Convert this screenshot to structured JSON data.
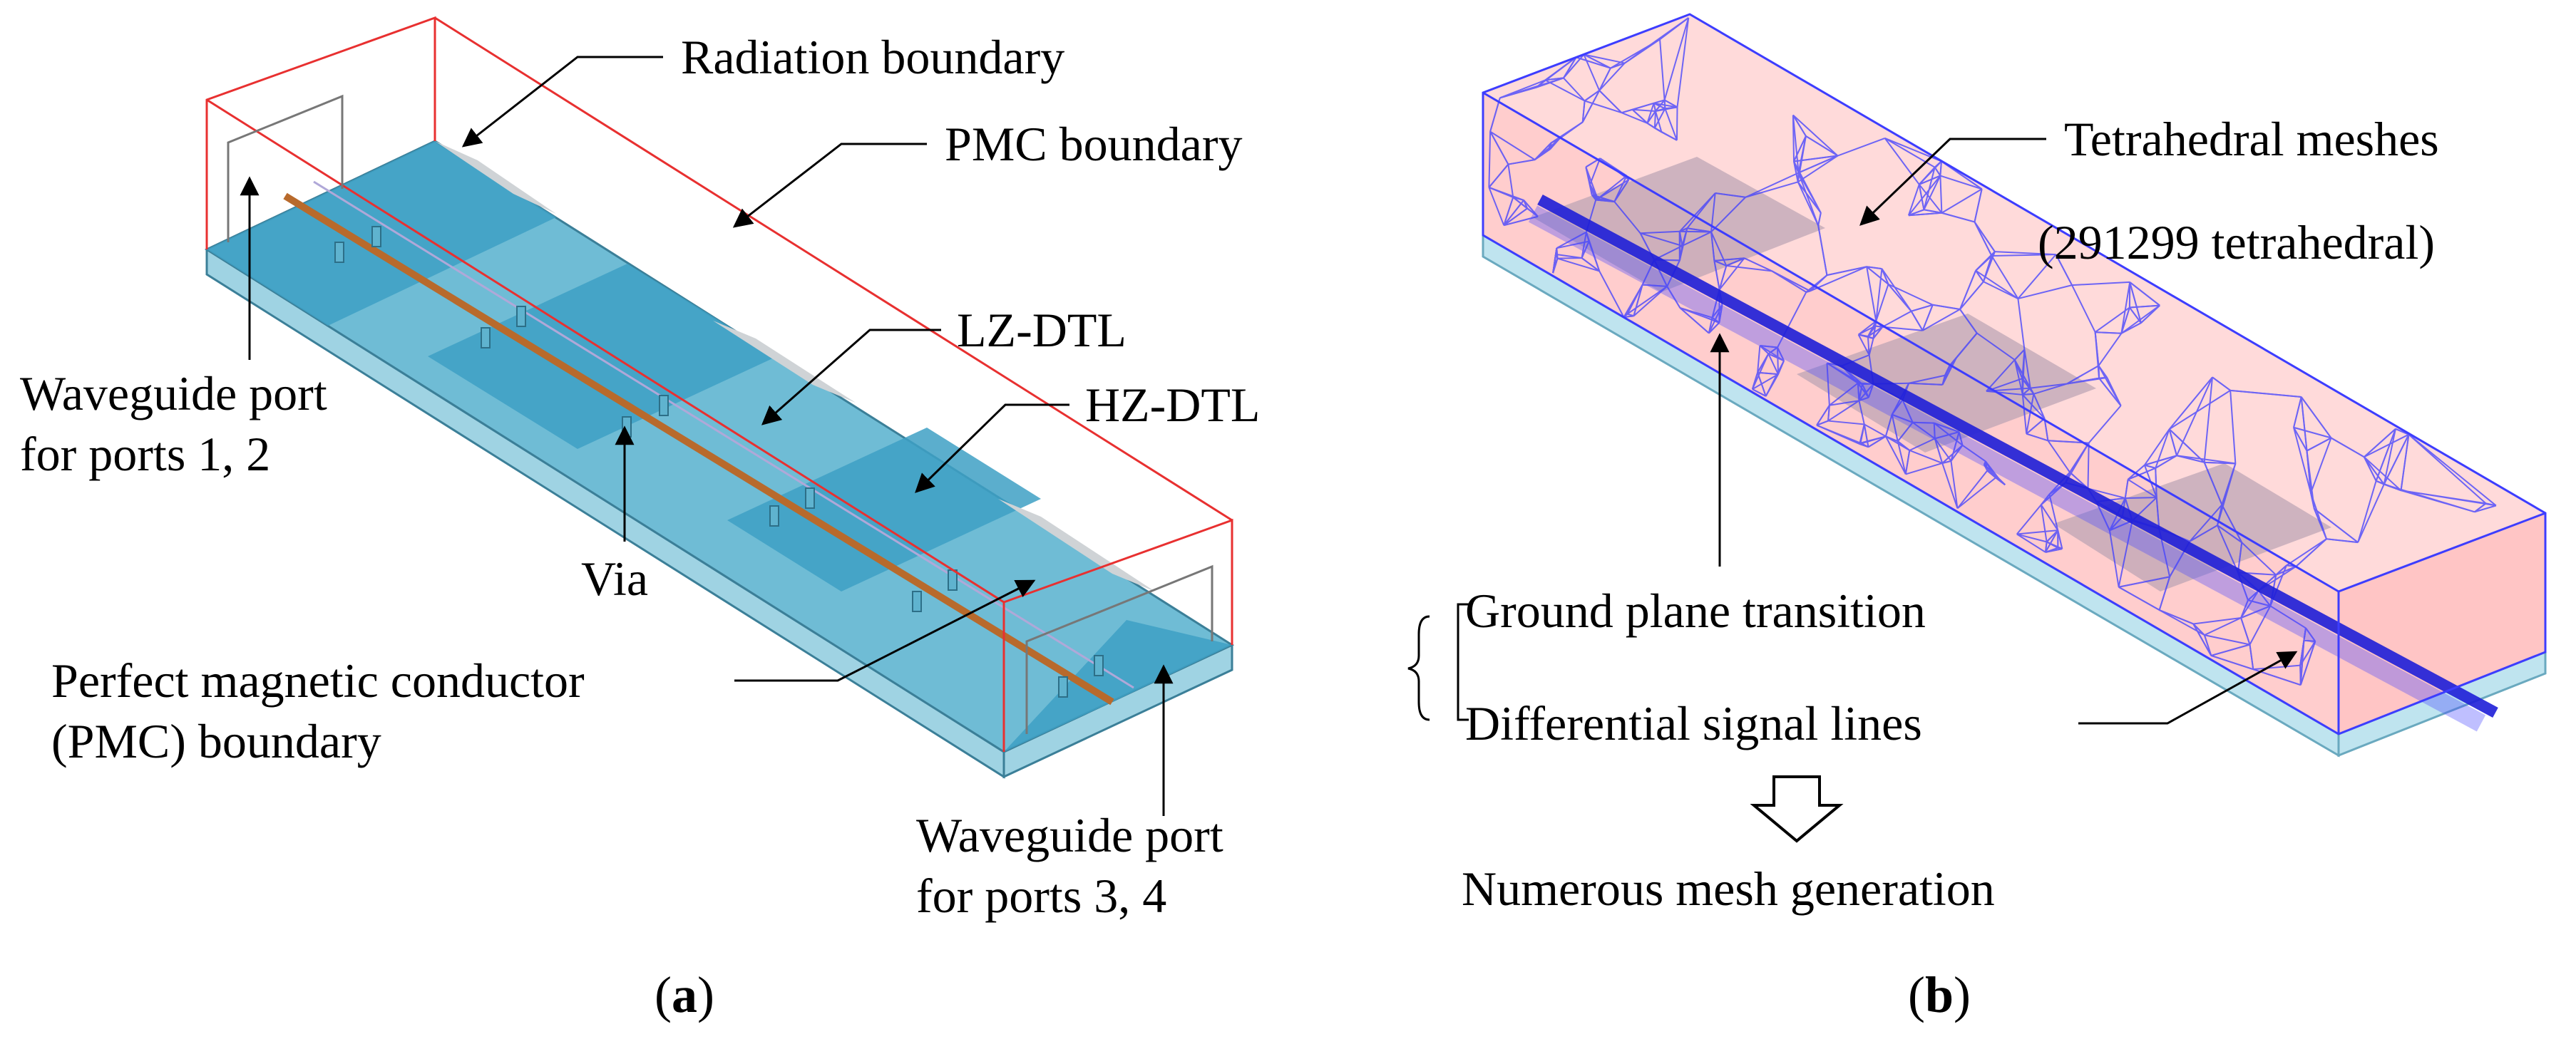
{
  "panel_a": {
    "caption_open": "(",
    "caption_letter": "a",
    "caption_close": ")",
    "labels": {
      "radiation_boundary": "Radiation boundary",
      "pmc_boundary_top": "PMC boundary",
      "lz_dtl": "LZ-DTL",
      "hz_dtl": "HZ-DTL",
      "waveguide_port_12_line1": "Waveguide port",
      "waveguide_port_12_line2": "for ports 1, 2",
      "via": "Via",
      "pmc_line1": "Perfect magnetic conductor",
      "pmc_line2": "(PMC) boundary",
      "waveguide_port_34_line1": "Waveguide port",
      "waveguide_port_34_line2": "for ports 3, 4"
    }
  },
  "panel_b": {
    "caption_open": "(",
    "caption_letter": "b",
    "caption_close": ")",
    "labels": {
      "tetra_line1": "Tetrahedral meshes",
      "tetra_line2": "(291299 tetrahedral)",
      "ground_plane": "Ground plane transition",
      "diff_lines": "Differential signal lines",
      "numerous_mesh": "Numerous mesh generation"
    }
  },
  "colors": {
    "substrate_top": "#5fb3cf",
    "substrate_side": "#9fd3e3",
    "strip": "#b86a2c",
    "radiation_box": "#e83030",
    "mesh": "#3d3dff",
    "mesh_fill": "#ffc8c8"
  }
}
